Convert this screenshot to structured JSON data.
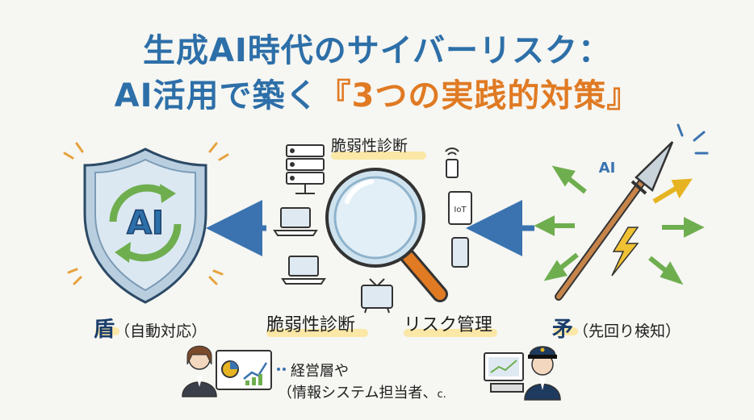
{
  "title": {
    "line1": "生成AI時代のサイバーリスク：",
    "line2_prefix": "AI活用で築く",
    "line2_highlight": "『3つの実践的対策』"
  },
  "shield": {
    "icon_text": "AI",
    "label_main": "盾",
    "label_sub": "（自動対応）"
  },
  "center": {
    "top_label": "脆弱性診断",
    "bottom_left_label": "脆弱性診断",
    "bottom_right_label": "リスク管理",
    "iot_text": "IoT"
  },
  "spear": {
    "ai_text": "AI",
    "label_main": "矛",
    "label_sub": "（先回り検知）"
  },
  "audience": {
    "line1": "経営層や",
    "line2": "（情報システム担当者、",
    "trailing": "c."
  },
  "colors": {
    "title_blue": "#2d6fa8",
    "title_orange": "#e07a23",
    "arrow_blue": "#3a73b0",
    "green": "#6fae4f",
    "yellow": "#e6b422",
    "highlight": "#fbe7a6"
  }
}
